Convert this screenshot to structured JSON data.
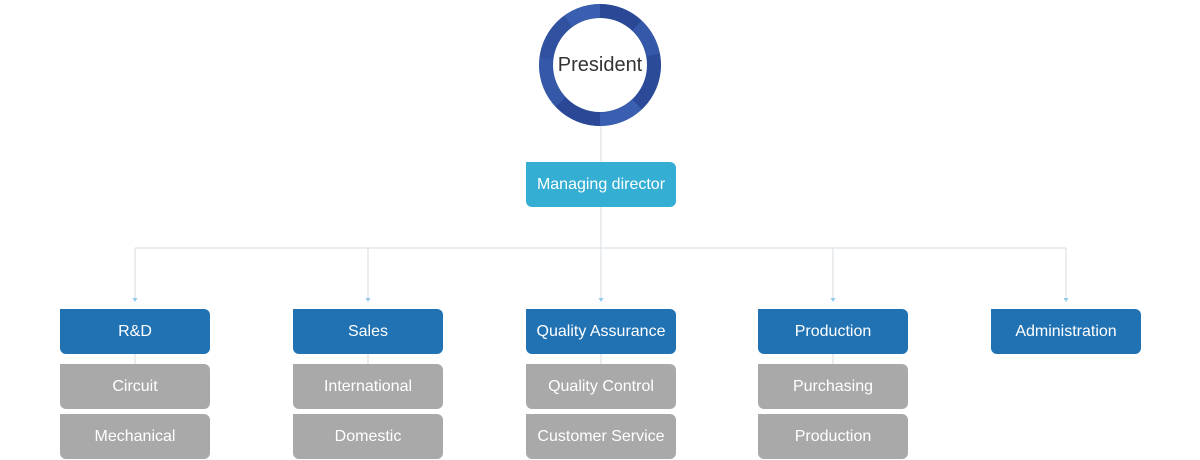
{
  "president": {
    "label": "President"
  },
  "managing_director": {
    "label": "Managing director"
  },
  "departments": [
    {
      "label": "R&D",
      "subs": [
        "Circuit",
        "Mechanical"
      ]
    },
    {
      "label": "Sales",
      "subs": [
        "International",
        "Domestic"
      ]
    },
    {
      "label": "Quality Assurance",
      "subs": [
        "Quality Control",
        "Customer Service"
      ]
    },
    {
      "label": "Production",
      "subs": [
        "Purchasing",
        "Production"
      ]
    },
    {
      "label": "Administration",
      "subs": []
    }
  ],
  "colors": {
    "president_ring": "#2d4f9e",
    "managing_director": "#35aed3",
    "department": "#2172b3",
    "sub_unit": "#a9a9a9",
    "connector": "#d6dde3",
    "arrow": "#8fcbe6"
  }
}
